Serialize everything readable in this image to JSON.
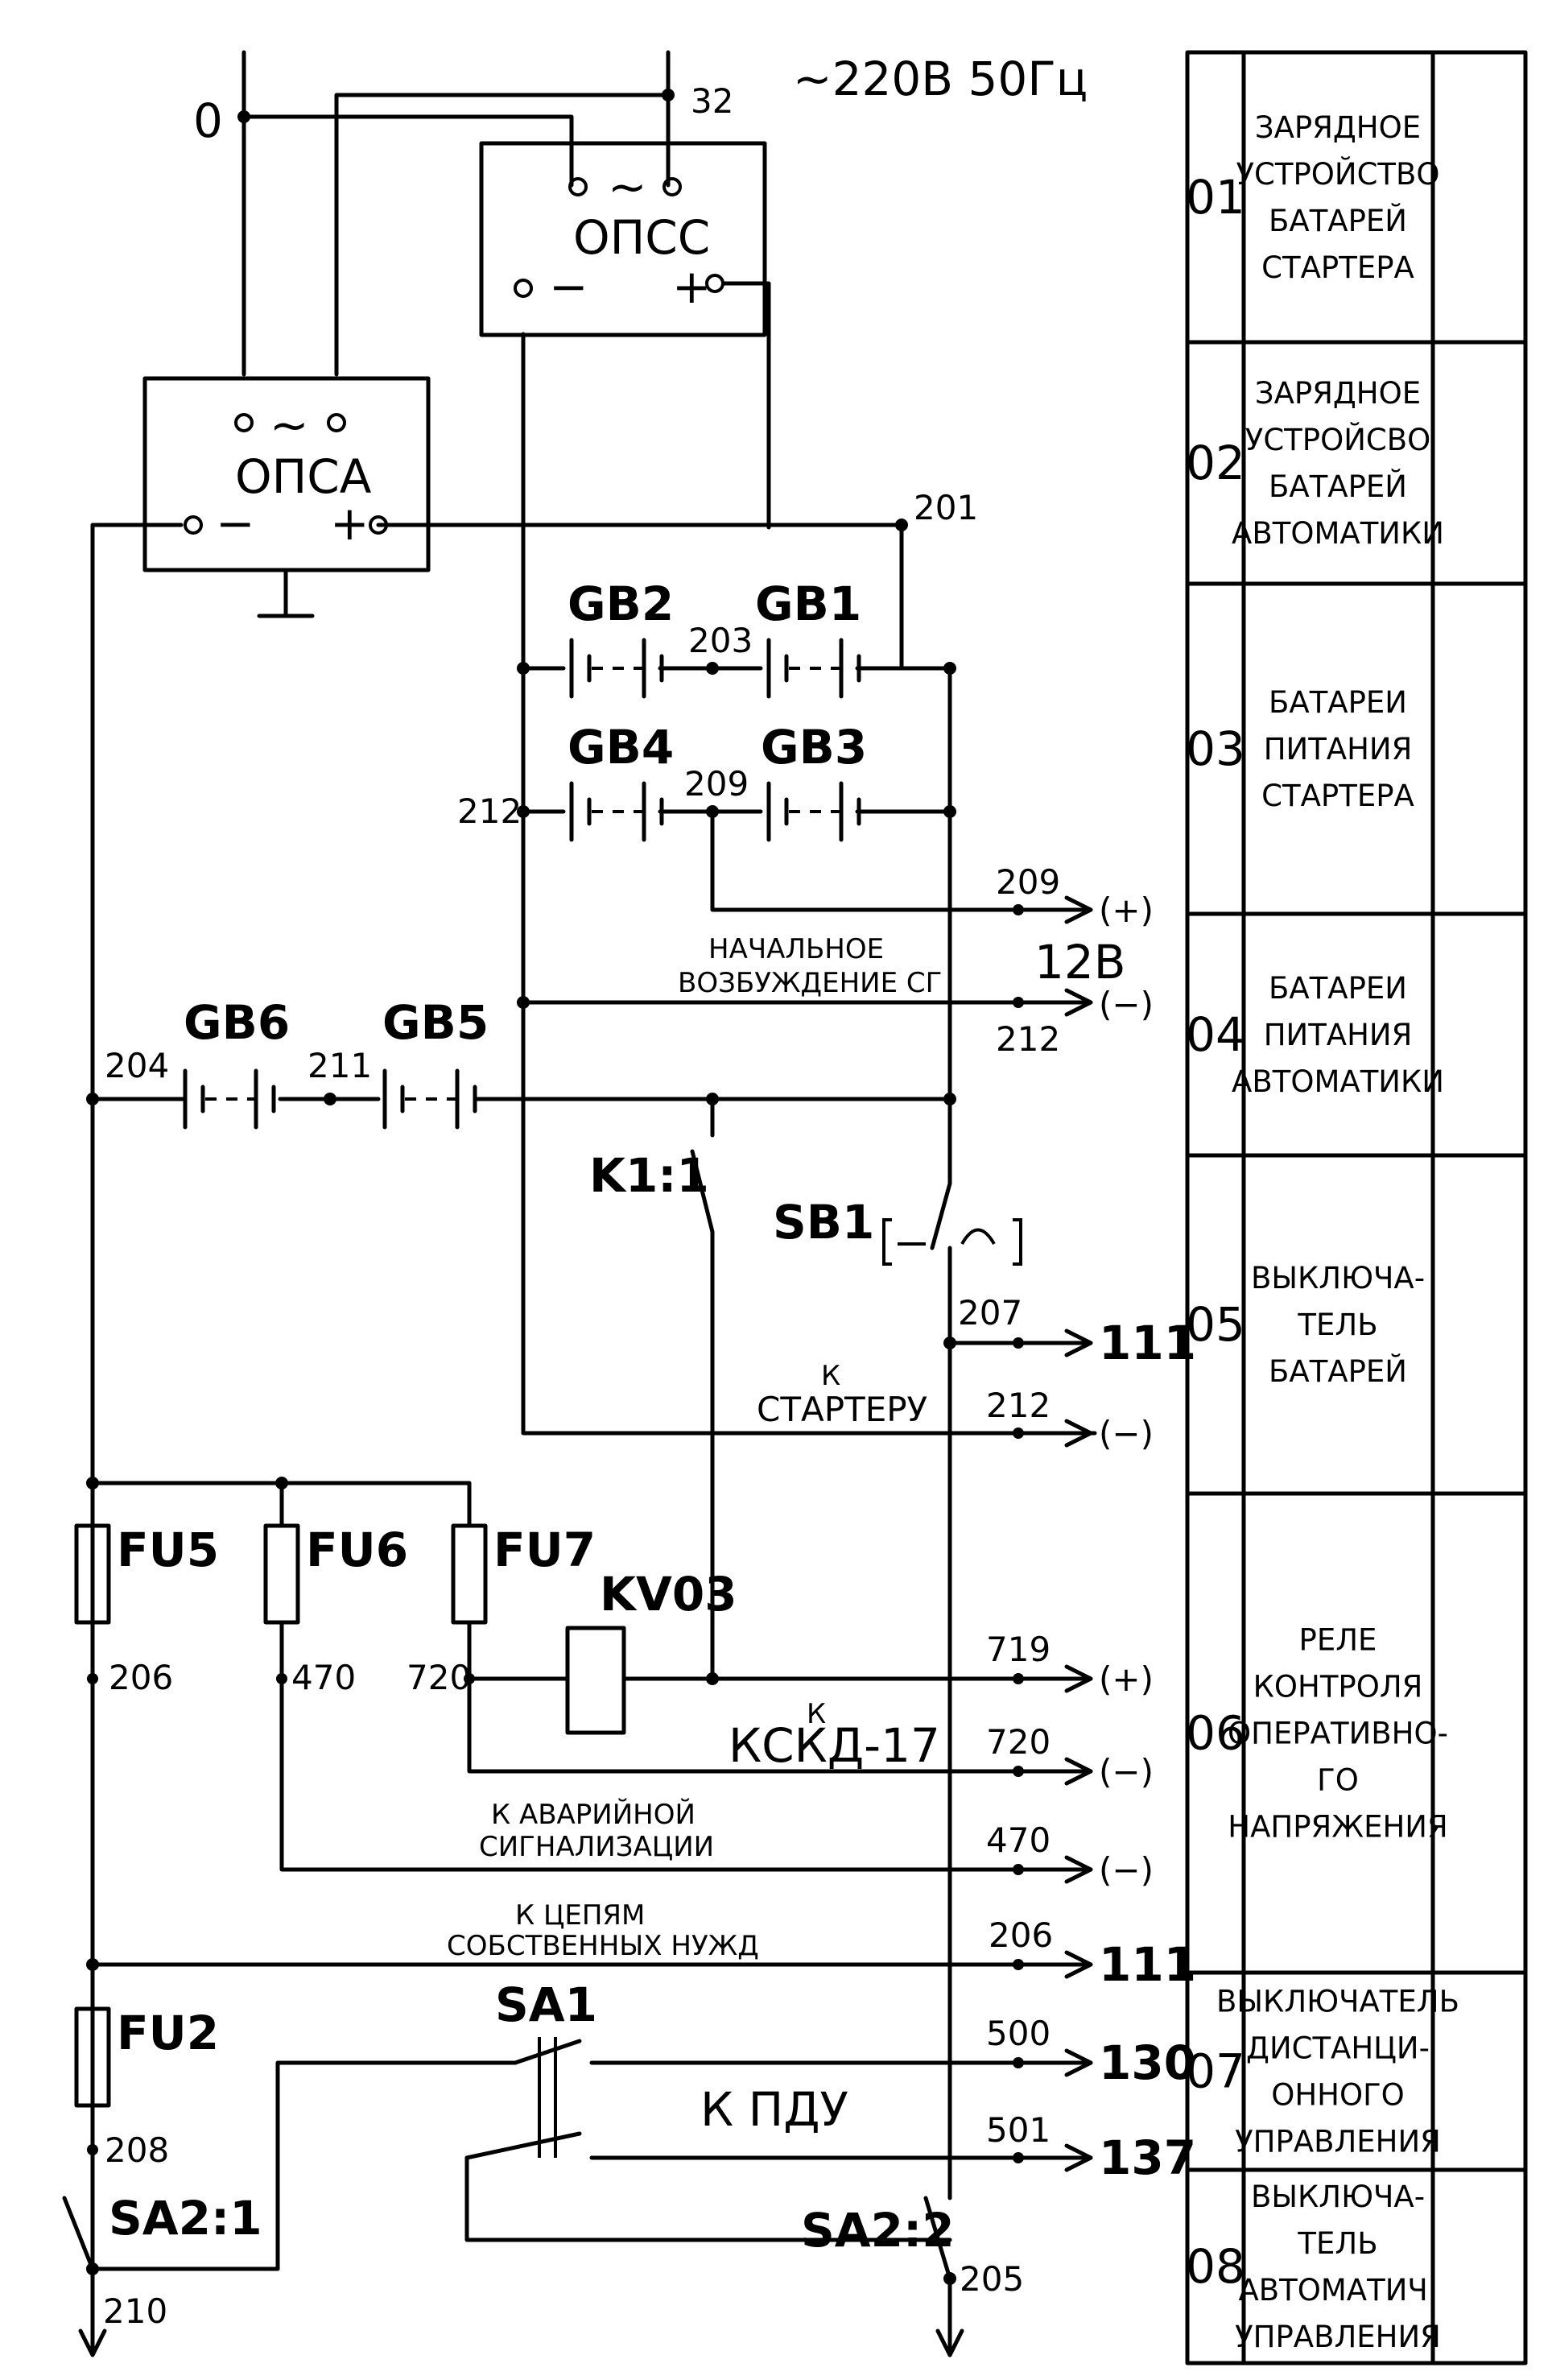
{
  "supply": {
    "zero": "0",
    "phase_wire": "32",
    "rating": "~220В 50Гц"
  },
  "chargers": {
    "opss": "ОПСС",
    "opsa": "ОПСА",
    "ac": "~",
    "minus": "−",
    "plus": "+"
  },
  "nodes": {
    "n201": "201",
    "n203": "203",
    "n209": "209",
    "n212": "212",
    "n204": "204",
    "n211": "211"
  },
  "batteries": {
    "gb1": "GB1",
    "gb2": "GB2",
    "gb3": "GB3",
    "gb4": "GB4",
    "gb5": "GB5",
    "gb6": "GB6"
  },
  "outputs": {
    "o209_wire": "209",
    "o209_pol": "(+)",
    "excitation_line1": "НАЧАЛЬНОЕ",
    "excitation_line2": "ВОЗБУЖДЕНИЕ СГ",
    "o12v": "12В",
    "o212_wire": "212",
    "o212_pol": "(−)",
    "o207_wire": "207",
    "o207_dest": "111",
    "starter_line1": "К",
    "starter_line2": "СТАРТЕРУ",
    "o212b_wire": "212",
    "o212b_pol": "(−)",
    "o719_wire": "719",
    "o719_pol": "(+)",
    "kskd_k": "К",
    "kskd": "КСКД-17",
    "o720_wire": "720",
    "o720_pol": "(−)",
    "alarm_line1": "К АВАРИЙНОЙ",
    "alarm_line2": "СИГНАЛИЗАЦИИ",
    "o470_wire": "470",
    "o470_pol": "(−)",
    "aux_line1": "К ЦЕПЯМ",
    "aux_line2": "СОБСТВЕННЫХ НУЖД",
    "o206_wire": "206",
    "o206_dest": "111",
    "o500_wire": "500",
    "o500_dest": "130",
    "pdu": "К ПДУ",
    "o501_wire": "501",
    "o501_dest": "137"
  },
  "devices": {
    "k1": "K1:1",
    "sb1": "SB1",
    "kv03": "KV03",
    "fu5": "FU5",
    "fu6": "FU6",
    "fu7": "FU7",
    "fu2": "FU2",
    "n206": "206",
    "n470": "470",
    "n720": "720",
    "n208": "208",
    "sa1": "SA1",
    "sa2_1": "SA2:1",
    "sa2_2": "SA2:2",
    "n210": "210",
    "n205": "205"
  },
  "legend": [
    {
      "code": "01",
      "lines": [
        "ЗАРЯДНОЕ",
        "УСТРОЙСТВО",
        "БАТАРЕЙ",
        "СТАРТЕРА"
      ]
    },
    {
      "code": "02",
      "lines": [
        "ЗАРЯДНОЕ",
        "УСТРОЙСВО",
        "БАТАРЕЙ",
        "АВТОМАТИКИ"
      ]
    },
    {
      "code": "03",
      "lines": [
        "БАТАРЕИ",
        "ПИТАНИЯ",
        "СТАРТЕРА"
      ]
    },
    {
      "code": "04",
      "lines": [
        "БАТАРЕИ",
        "ПИТАНИЯ",
        "АВТОМАТИКИ"
      ]
    },
    {
      "code": "05",
      "lines": [
        "ВЫКЛЮЧА-",
        "ТЕЛЬ",
        "БАТАРЕЙ"
      ]
    },
    {
      "code": "06",
      "lines": [
        "РЕЛЕ",
        "КОНТРОЛЯ",
        "ОПЕРАТИВНО-",
        "ГО",
        "НАПРЯЖЕНИЯ"
      ]
    },
    {
      "code": "07",
      "lines": [
        "ВЫКЛЮЧАТЕЛЬ",
        "ДИСТАНЦИ-",
        "ОННОГО",
        "УПРАВЛЕНИЯ"
      ]
    },
    {
      "code": "08",
      "lines": [
        "ВЫКЛЮЧА-",
        "ТЕЛЬ",
        "АВТОМАТИЧ.",
        "УПРАВЛЕНИЯ"
      ]
    }
  ]
}
